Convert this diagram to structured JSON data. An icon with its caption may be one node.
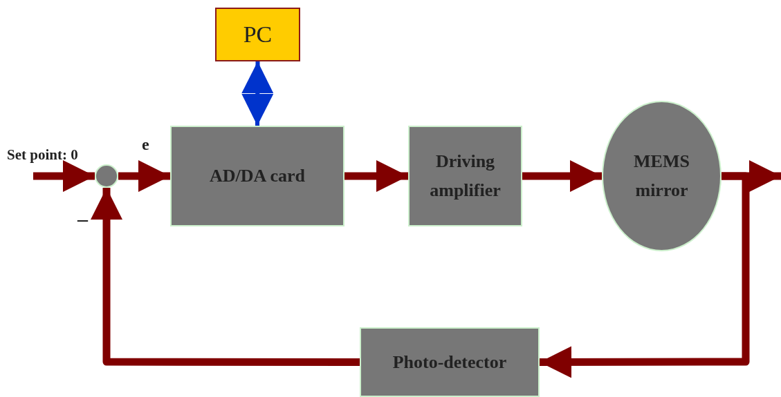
{
  "diagram": {
    "nodes": [
      {
        "text": [
          "PC"
        ]
      },
      {
        "text": [],
        "shape": "circle"
      },
      {
        "text": [
          "AD/DA card"
        ]
      },
      {
        "text": [
          "Driving amplifier"
        ]
      },
      {
        "text": [
          "MEMS mirror"
        ]
      },
      {
        "text": [
          "Photo-detector"
        ]
      }
    ],
    "edges": [
      {
        "from": null,
        "to": 1,
        "arrow": "to"
      },
      {
        "from": 1,
        "to": 2,
        "arrow": "to",
        "label": "e"
      },
      {
        "from": 0,
        "to": 2,
        "arrow": "both",
        "color": "#0033cc"
      },
      {
        "from": 2,
        "to": 3,
        "arrow": "to"
      },
      {
        "from": 3,
        "to": 4,
        "arrow": "to"
      },
      {
        "from": 4,
        "to": null,
        "arrow": "to"
      },
      {
        "from": 4,
        "to": 5,
        "arrow": "to"
      },
      {
        "from": 5,
        "to": 1,
        "arrow": "to"
      }
    ],
    "labels": [
      "Set point: 0",
      "–"
    ]
  }
}
